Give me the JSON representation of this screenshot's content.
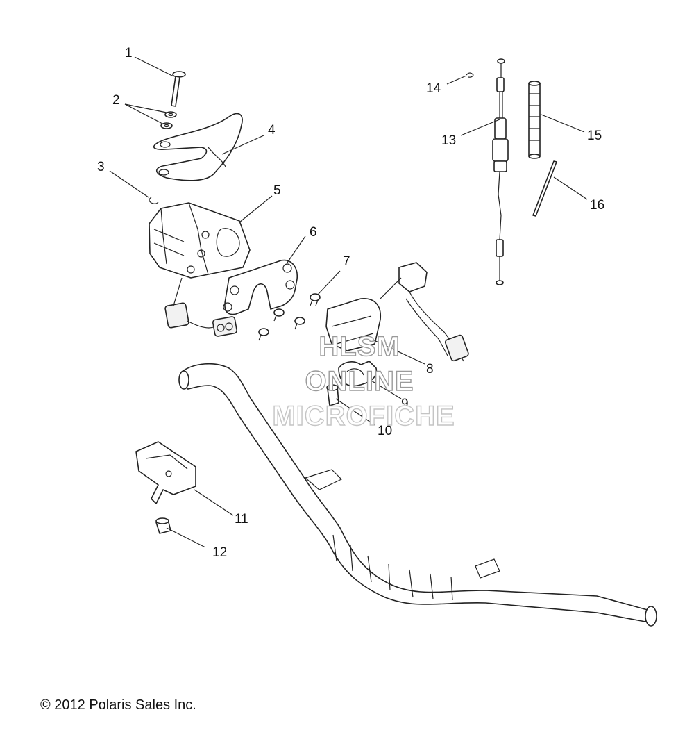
{
  "callouts": [
    {
      "id": "1",
      "label": "1"
    },
    {
      "id": "2",
      "label": "2"
    },
    {
      "id": "3",
      "label": "3"
    },
    {
      "id": "4",
      "label": "4"
    },
    {
      "id": "5",
      "label": "5"
    },
    {
      "id": "6",
      "label": "6"
    },
    {
      "id": "7",
      "label": "7"
    },
    {
      "id": "8",
      "label": "8"
    },
    {
      "id": "9",
      "label": "9"
    },
    {
      "id": "10",
      "label": "10"
    },
    {
      "id": "11",
      "label": "11"
    },
    {
      "id": "12",
      "label": "12"
    },
    {
      "id": "13",
      "label": "13"
    },
    {
      "id": "14",
      "label": "14"
    },
    {
      "id": "15",
      "label": "15"
    },
    {
      "id": "16",
      "label": "16"
    }
  ],
  "watermark": {
    "line1": "HLSM",
    "line2": "ONLINE",
    "line3": "MICROFICHE"
  },
  "copyright": "© 2012 Polaris Sales Inc.",
  "colors": {
    "line": "#222222",
    "watermark": "#9a9a9a",
    "background": "#ffffff"
  }
}
